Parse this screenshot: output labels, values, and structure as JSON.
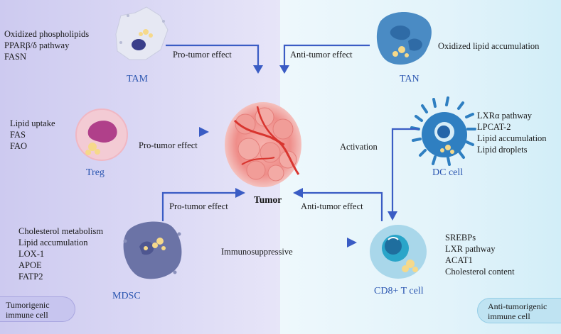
{
  "cells": {
    "tam": {
      "label": "TAM",
      "traits": [
        "Oxidized phospholipids",
        "PPARβ/δ pathway",
        "FASN"
      ]
    },
    "tan": {
      "label": "TAN",
      "traits": [
        "Oxidized lipid accumulation"
      ]
    },
    "treg": {
      "label": "Treg",
      "traits": [
        "Lipid uptake",
        "FAS",
        "FAO"
      ]
    },
    "dc": {
      "label": "DC cell",
      "traits": [
        "LXRα pathway",
        "LPCAT-2",
        "Lipid accumulation",
        "Lipid droplets"
      ]
    },
    "mdsc": {
      "label": "MDSC",
      "traits": [
        "Cholesterol metabolism",
        "Lipid accumulation",
        "LOX-1",
        "APOE",
        "FATP2"
      ]
    },
    "cd8": {
      "label": "CD8+ T cell",
      "traits": [
        "SREBPs",
        "LXR pathway",
        "ACAT1",
        "Cholesterol content"
      ]
    },
    "tumor": {
      "label": "Tumor"
    }
  },
  "edges": {
    "tam_tumor": "Pro-tumor effect",
    "tan_tumor": "Anti-tumor effect",
    "treg_tumor": "Pro-tumor effect",
    "dc_cd8": "Activation",
    "mdsc_tumor": "Pro-tumor effect",
    "cd8_tumor": "Anti-tumor effect",
    "mdsc_cd8": "Immunosuppressive"
  },
  "legend": {
    "left": [
      "Tumorigenic",
      "immune cell"
    ],
    "right": [
      "Anti-tumorigenic",
      "immune cell"
    ]
  },
  "colors": {
    "arrow": "#3a5cc4",
    "cell_label": "#2a55b0"
  }
}
